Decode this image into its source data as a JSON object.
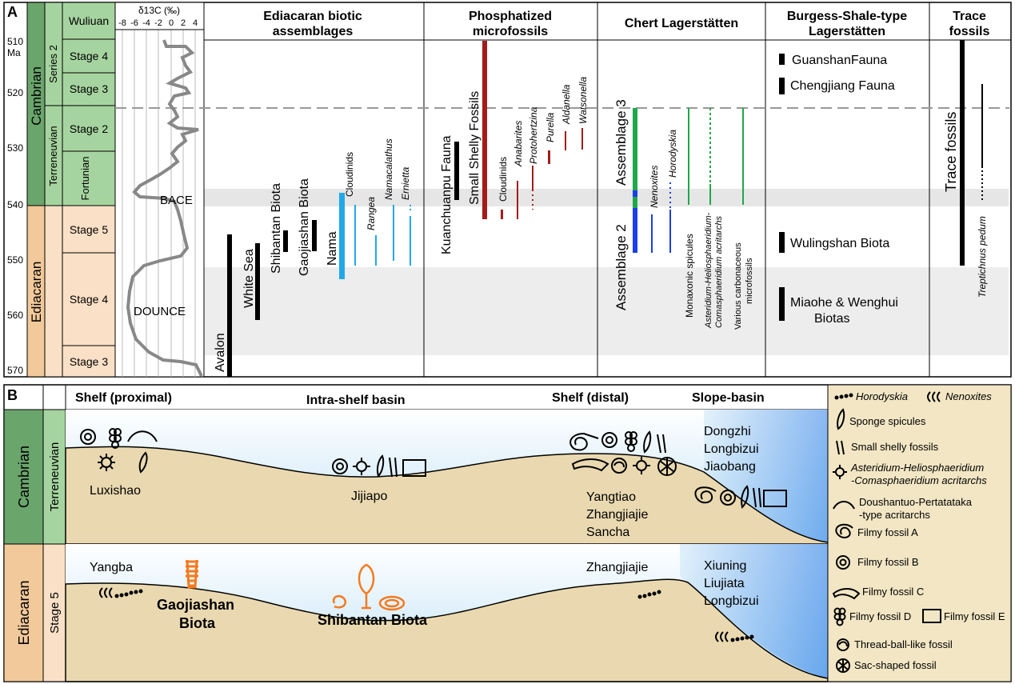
{
  "panel_a": {
    "label": "A",
    "ages": [
      "510",
      "Ma",
      "520",
      "530",
      "540",
      "550",
      "560",
      "570"
    ],
    "periods": {
      "cambrian": "Cambrian",
      "ediacaran": "Ediacaran"
    },
    "series": {
      "terreneuvian": "Terreneuvian",
      "series2": "Series 2"
    },
    "stages": {
      "wuliuan": "Wuliuan",
      "stage4c": "Stage 4",
      "stage3c": "Stage 3",
      "stage2c": "Stage 2",
      "fortunian": "Fortunian",
      "stage5e": "Stage 5",
      "stage4e": "Stage 4",
      "stage3e": "Stage 3"
    },
    "isotope": {
      "title": "δ13C (‰)",
      "ticks": [
        "-8",
        "-6",
        "-4",
        "-2",
        "0",
        "2",
        "4"
      ],
      "bace": "BACE",
      "dounce": "DOUNCE"
    },
    "headers": {
      "ediacaran": [
        "Ediacaran biotic",
        "assemblages"
      ],
      "phosph": [
        "Phosphatized",
        "microfossils"
      ],
      "chert": [
        "Chert Lagerstätten"
      ],
      "burgess": [
        "Burgess-Shale-type",
        "Lagerstätten"
      ],
      "trace": [
        "Trace",
        "fossils"
      ]
    },
    "ediacaran_biotas": [
      "Avalon",
      "White Sea",
      "Shibantan Biota",
      "Gaojiashan Biota",
      "Nama",
      "Cloudinids",
      "Rangea",
      "Namacalathus",
      "Ernietta"
    ],
    "phosph_taxa": [
      "Kuanchuanpu Fauna",
      "Small Shelly Fossils",
      "Cloudinids",
      "Anabarites",
      "Protohertzina",
      "Purella",
      "Aldanella",
      "Watsonella"
    ],
    "chert_taxa": [
      "Assemblage 2",
      "Assemblage 3",
      "Nenoxites",
      "Horodyskia",
      "Monaxonic spicules",
      "Asteridium-Heliosphaeridium-",
      "Comasphaeridium acritarchs",
      "Various carbonaceous",
      "microfossils"
    ],
    "burgess_biotas": [
      "GuanshanFauna",
      "Chengjiang Fauna",
      "Wulingshan Biota",
      "Miaohe & Wenghui",
      "Biotas"
    ],
    "trace": [
      "Trace fossils",
      "Treptichnus pedum"
    ]
  },
  "panel_b": {
    "label": "B",
    "periods": {
      "cambrian": "Cambrian",
      "terreneuvian": "Terreneuvian",
      "ediacaran": "Ediacaran",
      "stage5": "Stage 5"
    },
    "environments": [
      "Shelf (proximal)",
      "Intra-shelf basin",
      "Shelf (distal)",
      "Slope-basin"
    ],
    "cambrian_localities": {
      "luxishao": "Luxishao",
      "jijiapo": "Jijiapo",
      "distal": [
        "Yangtiao",
        "Zhangjiajie",
        "Sancha"
      ],
      "slope": [
        "Dongzhi",
        "Longbizui",
        "Jiaobang"
      ]
    },
    "ediacaran_localities": {
      "yangba": "Yangba",
      "zhangjiajie": "Zhangjiajie",
      "slope": [
        "Xiuning",
        "Liujiata",
        "Longbizui"
      ]
    },
    "highlights": [
      "Gaojiashan",
      "Biota",
      "Shibantan Biota"
    ],
    "legend": {
      "horodyskia": "Horodyskia",
      "nenoxites": "Nenoxites",
      "sponge": "Sponge spicules",
      "ssf": "Small shelly fossils",
      "acrit1": "Asteridium-Heliosphaeridium",
      "acrit2": "-Comasphaeridium acritarchs",
      "dpt1": "Doushantuo-Pertatataka",
      "dpt2": "-type acritarchs",
      "fa": "Filmy fossil A",
      "fb": "Filmy fossil B",
      "fc": "Filmy fossil C",
      "fd": "Filmy fossil D",
      "fe": "Filmy fossil E",
      "thread": "Thread-ball-like fossil",
      "sac": "Sac-shaped fossil"
    }
  },
  "colors": {
    "cambrian": "#6aa56c",
    "cambrian_light": "#a6d4a0",
    "ediacaran": "#f2c99a",
    "ediacaran_light": "#fae0c6",
    "blue": "#1a3ee8",
    "green": "#1fa84a",
    "cyan": "#22a8e8",
    "darkred": "#a31c1c",
    "orange": "#f47a20",
    "sand": "#ead9b0",
    "water": "#cfe8f8"
  }
}
